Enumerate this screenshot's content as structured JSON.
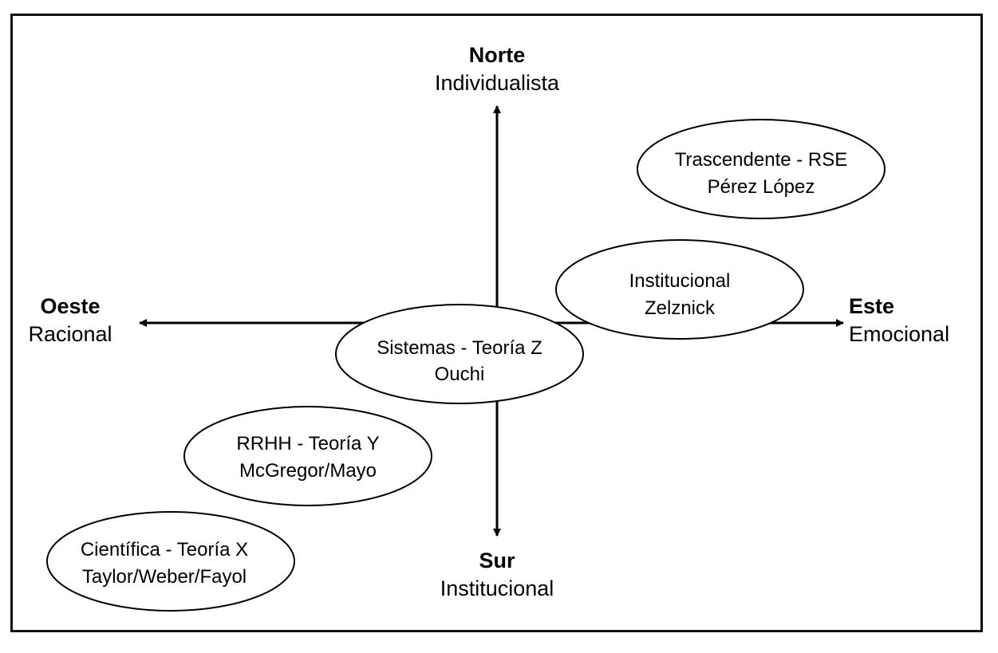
{
  "colors": {
    "line": "#000000",
    "frame": "#111111",
    "background": "#ffffff"
  },
  "directions": {
    "north": {
      "title": "Norte",
      "subtitle": "Individualista"
    },
    "south": {
      "title": "Sur",
      "subtitle": "Institucional"
    },
    "west": {
      "title": "Oeste",
      "subtitle": "Racional"
    },
    "east": {
      "title": "Este",
      "subtitle": "Emocional"
    }
  },
  "schools": [
    {
      "line1": "Trascendente - RSE",
      "line2": "Pérez López"
    },
    {
      "line1": "Institucional",
      "line2": "Zelznick"
    },
    {
      "line1": "Sistemas - Teoría Z",
      "line2": "Ouchi"
    },
    {
      "line1": "RRHH - Teoría Y",
      "line2": "McGregor/Mayo"
    },
    {
      "line1": "Científica - Teoría X",
      "line2": "Taylor/Weber/Fayol"
    }
  ]
}
